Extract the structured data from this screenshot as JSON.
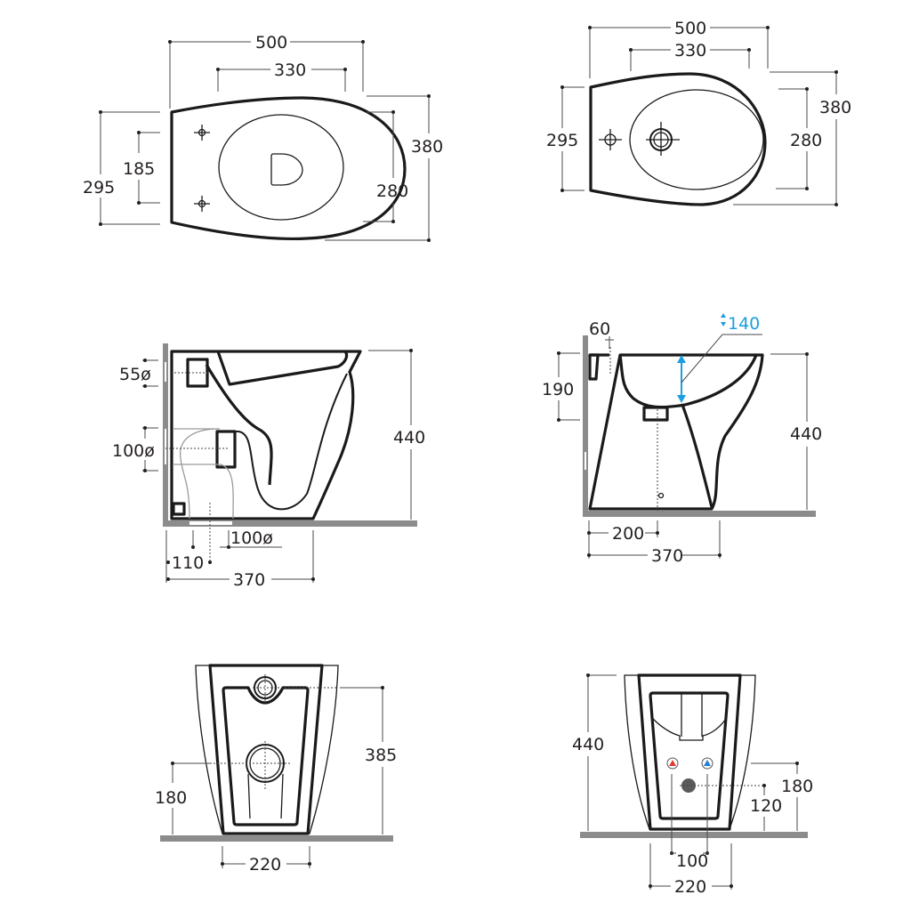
{
  "diagram": {
    "subject": "Floor-standing toilet and bidet dimension drawings",
    "units": "mm",
    "views": {
      "toilet_top": {
        "label": "Toilet top view",
        "dims": {
          "overall_length": "500",
          "bowl_length": "330",
          "overall_width": "380",
          "bowl_width": "280",
          "rear_width": "295",
          "fixing_spacing": "185"
        }
      },
      "bidet_top": {
        "label": "Bidet top view",
        "dims": {
          "overall_length": "500",
          "bowl_length": "330",
          "overall_width": "380",
          "bowl_width": "280",
          "rear_width": "295"
        }
      },
      "toilet_side": {
        "label": "Toilet side section",
        "dims": {
          "inlet_diameter": "55ø",
          "outlet_wall_diameter": "100ø",
          "outlet_floor_diameter": "100ø",
          "floor_outlet_offset": "110",
          "depth": "370",
          "height": "440"
        }
      },
      "bidet_side": {
        "label": "Bidet side section",
        "dims": {
          "tap_offset": "60",
          "bowl_depth": "140",
          "drain_height": "190",
          "drain_offset": "200",
          "depth": "370",
          "height": "440"
        },
        "accent_color": "#1b9ee0"
      },
      "toilet_rear": {
        "label": "Toilet rear view",
        "dims": {
          "inlet_height": "385",
          "outlet_height": "180",
          "base_width": "220"
        }
      },
      "bidet_rear": {
        "label": "Bidet rear view",
        "dims": {
          "height": "440",
          "supply_height": "180",
          "drain_height": "120",
          "supply_spacing": "100",
          "base_width": "220"
        },
        "hot_color": "#e03a2f",
        "cold_color": "#1f7fd1"
      }
    }
  }
}
